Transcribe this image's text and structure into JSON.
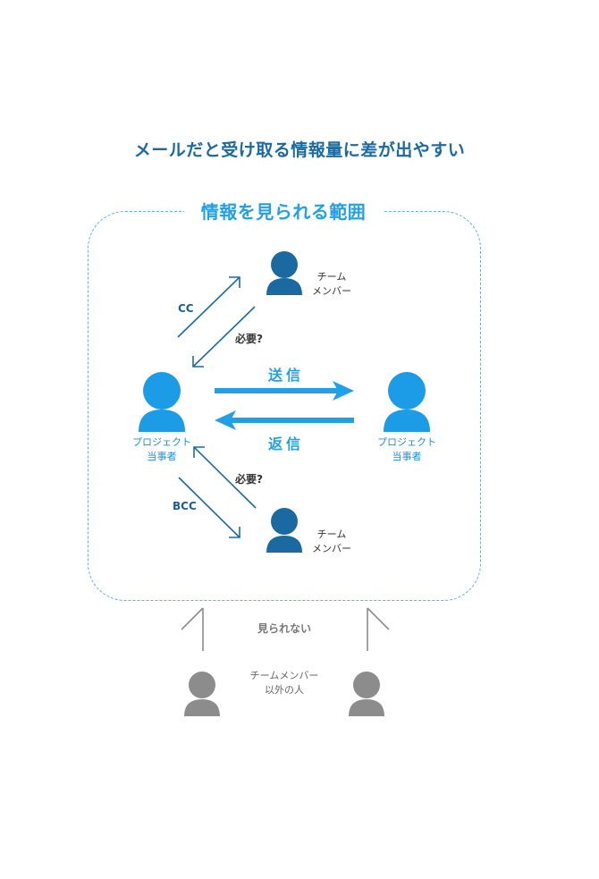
{
  "title": "メールだと受け取る情報量に差が出やすい",
  "scope_title": "情報を見られる範囲",
  "project_left": {
    "line1": "プロジェクト",
    "line2": "当事者"
  },
  "project_right": {
    "line1": "プロジェクト",
    "line2": "当事者"
  },
  "member_top": {
    "line1": "チーム",
    "line2": "メンバー"
  },
  "member_bottom": {
    "line1": "チーム",
    "line2": "メンバー"
  },
  "cc_label": "CC",
  "bcc_label": "BCC",
  "need_top": "必要?",
  "need_bottom": "必要?",
  "send_label": "送信",
  "reply_label": "返信",
  "cannot_see": "見られない",
  "outsiders": {
    "line1": "チームメンバー",
    "line2": "以外の人"
  },
  "colors": {
    "title": "#1a6aa1",
    "project_person": "#1c9ce6",
    "member_person": "#1a6aa1",
    "outsider_person": "#8c8c8c",
    "dashed_border": "#5fb2e6"
  },
  "icons": [
    "person-icon"
  ]
}
